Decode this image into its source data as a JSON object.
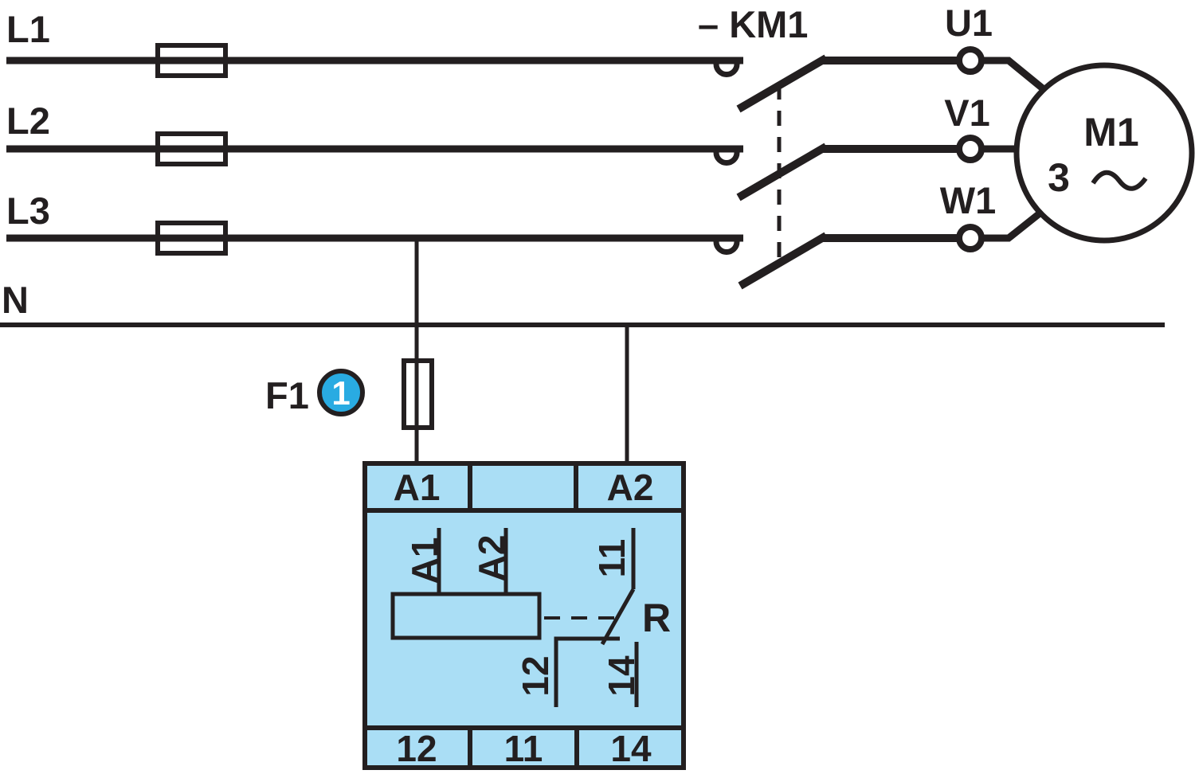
{
  "colors": {
    "line": "#231f20",
    "module_fill": "#aadef5",
    "badge_fill": "#29abe2",
    "badge_text": "#ffffff",
    "symbol_fill": "#ffffff"
  },
  "supply": {
    "l1": "L1",
    "l2": "L2",
    "l3": "L3",
    "neutral": "N"
  },
  "contactor": {
    "label": "– KM1"
  },
  "motor": {
    "name": "M1",
    "phases": "3",
    "terminal_u": "U1",
    "terminal_v": "V1",
    "terminal_w": "W1"
  },
  "control": {
    "fuse": "F1",
    "callout": "1"
  },
  "relay": {
    "top_terminals": [
      "A1",
      "",
      "A2"
    ],
    "bottom_terminals": [
      "12",
      "11",
      "14"
    ],
    "coil_pins": {
      "a1": "A1",
      "a2": "A2"
    },
    "contact_pins": {
      "common": "11",
      "nc": "12",
      "no": "14"
    },
    "label": "R"
  }
}
